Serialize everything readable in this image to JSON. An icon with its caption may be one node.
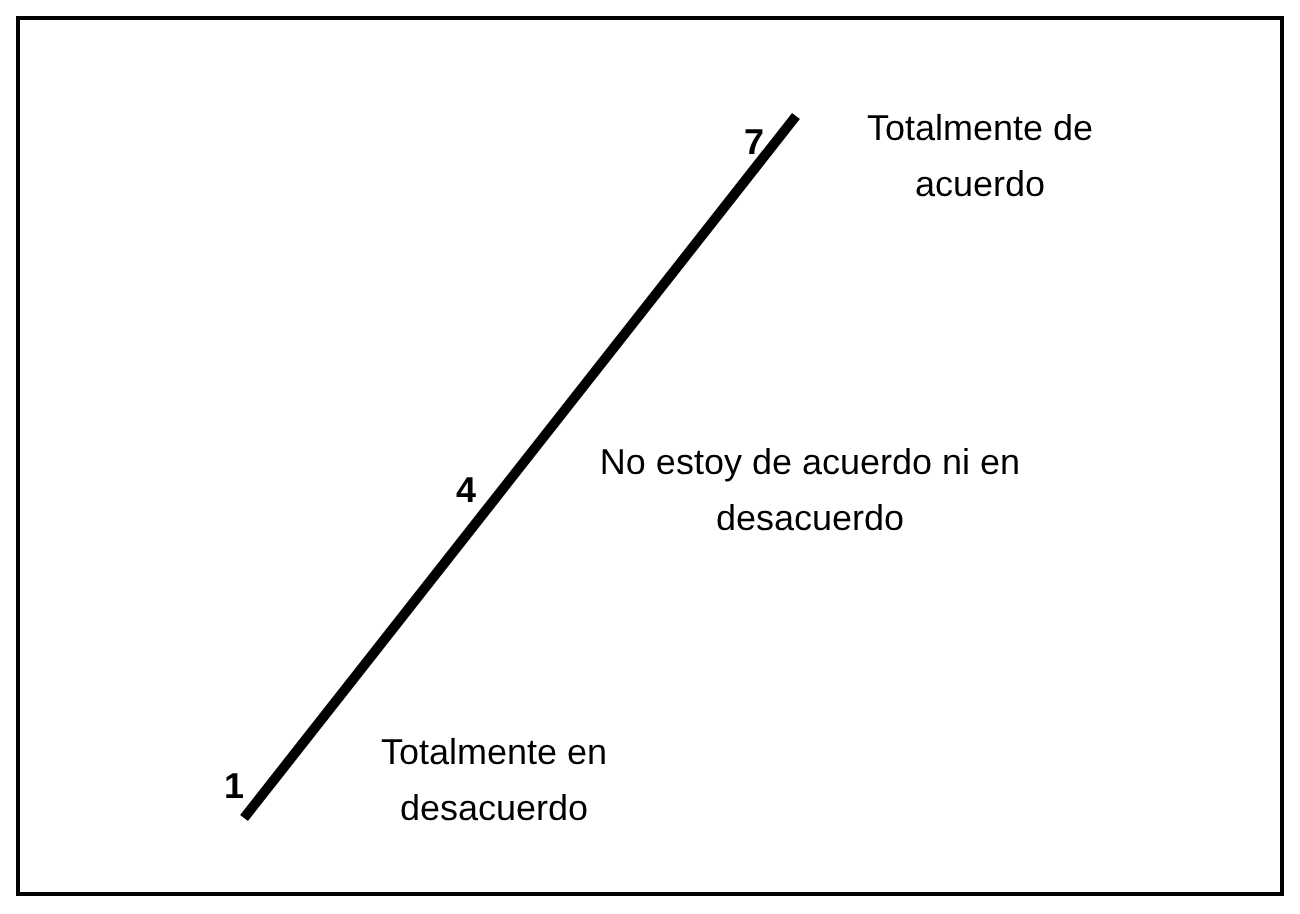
{
  "diagram": {
    "labels": [
      "7",
      "Totalmente de acuerdo",
      "4",
      "No estoy de acuerdo ni en desacuerdo",
      "1",
      "Totalmente en desacuerdo"
    ]
  }
}
